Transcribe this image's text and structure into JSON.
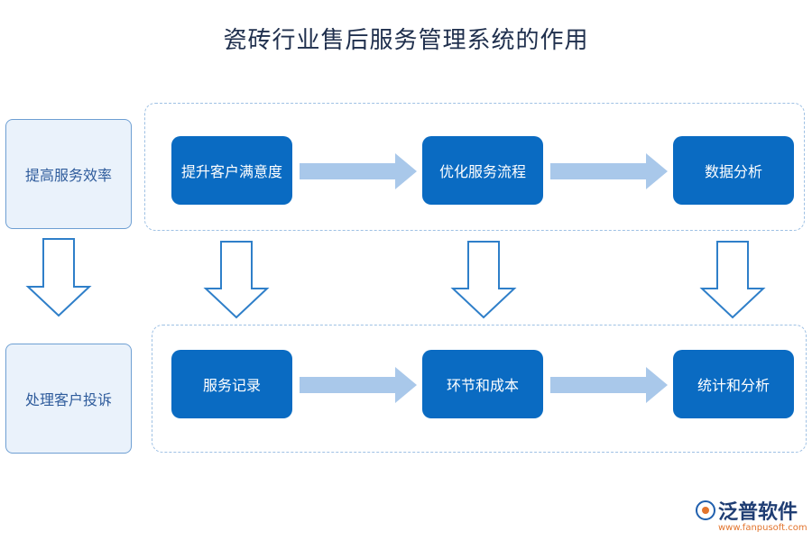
{
  "title": "瓷砖行业售后服务管理系统的作用",
  "rows": [
    {
      "label": "提高服务效率",
      "steps": [
        "提升客户满意度",
        "优化服务流程",
        "数据分析"
      ]
    },
    {
      "label": "处理客户投诉",
      "steps": [
        "服务记录",
        "环节和成本",
        "统计和分析"
      ]
    }
  ],
  "logo": {
    "name": "泛普软件",
    "url": "www.fanpusoft.com"
  },
  "colors": {
    "node_fill": "#0a6bc2",
    "side_fill": "#eaf2fb",
    "side_border": "#6e9fd3",
    "arrow_fill": "#a9c8ea",
    "down_arrow_stroke": "#2f7fc9"
  }
}
